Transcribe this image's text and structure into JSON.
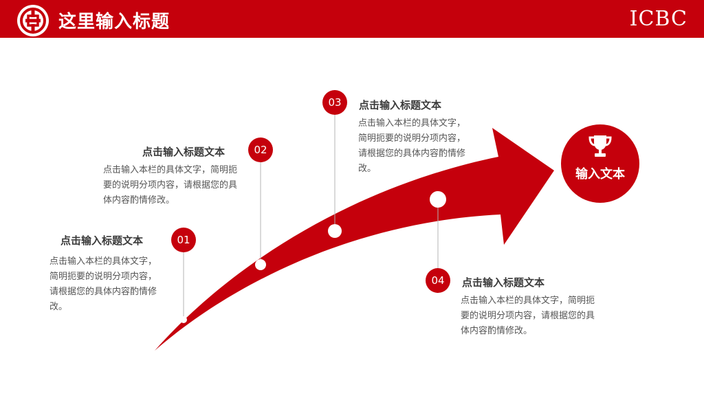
{
  "header": {
    "title": "这里输入标题",
    "brand": "ICBC"
  },
  "steps": [
    {
      "number": "01",
      "title": "点击输入标题文本",
      "description": "点击输入本栏的具体文字，简明扼要的说明分项内容，请根据您的具体内容酌情修改。"
    },
    {
      "number": "02",
      "title": "点击输入标题文本",
      "description": "点击输入本栏的具体文字，简明扼要的说明分项内容，请根据您的具体内容酌情修改。"
    },
    {
      "number": "03",
      "title": "点击输入标题文本",
      "description": "点击输入本栏的具体文字，简明扼要的说明分项内容，请根据您的具体内容酌情修改。"
    },
    {
      "number": "04",
      "title": "点击输入标题文本",
      "description": "点击输入本栏的具体文字，简明扼要的说明分项内容，请根据您的具体内容酌情修改。"
    }
  ],
  "goal": {
    "label": "输入文本",
    "icon": "trophy-icon"
  },
  "colors": {
    "primary": "#c5000c",
    "text": "#3a3a3a",
    "line": "#b5b5b5"
  }
}
